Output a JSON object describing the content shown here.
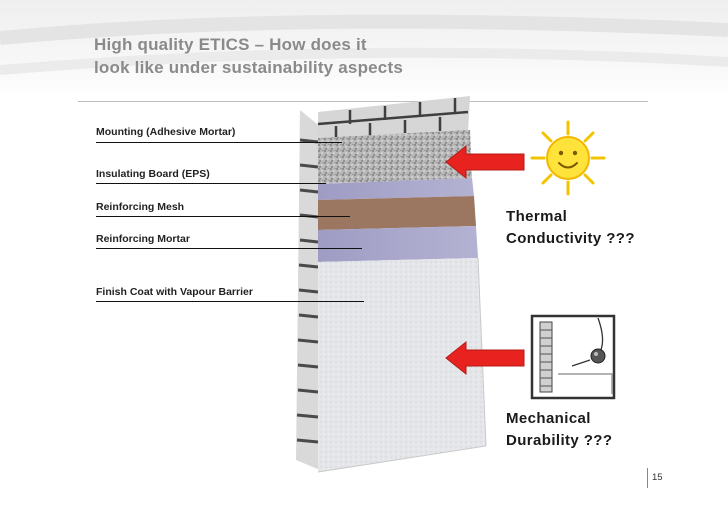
{
  "title_line1": "High quality ETICS – How does it",
  "title_line2": "look like under sustainability aspects",
  "layers": [
    {
      "label": "Mounting (Adhesive Mortar)"
    },
    {
      "label": "Insulating Board  (EPS)"
    },
    {
      "label": "Reinforcing Mesh"
    },
    {
      "label": "Reinforcing Mortar"
    },
    {
      "label": "Finish Coat with Vapour Barrier"
    }
  ],
  "callouts": {
    "thermal_line1": "Thermal",
    "thermal_line2": "Conductivity ???",
    "mechanical_line1": "Mechanical",
    "mechanical_line2": "Durability ???"
  },
  "page_number": "15",
  "colors": {
    "title": "#8a8a8a",
    "arrow": "#e8231f",
    "sun": "#ffe23a",
    "mesh": "#9b7762",
    "mortar": "#a8a6c8"
  },
  "icons": [
    "sun-icon",
    "impact-test-icon"
  ]
}
